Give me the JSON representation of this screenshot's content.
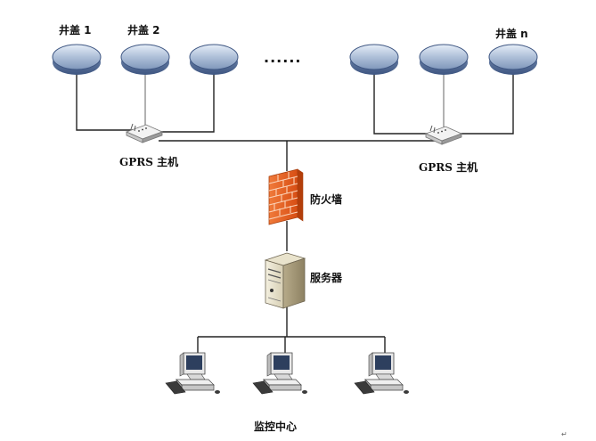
{
  "diagram": {
    "covers": [
      {
        "label": "井盖 1"
      },
      {
        "label": "井盖 2"
      },
      {
        "label": ""
      },
      {
        "label": ""
      },
      {
        "label": ""
      },
      {
        "label": "井盖 n"
      }
    ],
    "ellipsis": "......",
    "gprs_left": "GPRS 主机",
    "gprs_right": "GPRS 主机",
    "firewall": "防火墙",
    "server": "服务器",
    "monitor_center": "监控中心",
    "corner_mark": "↵"
  }
}
